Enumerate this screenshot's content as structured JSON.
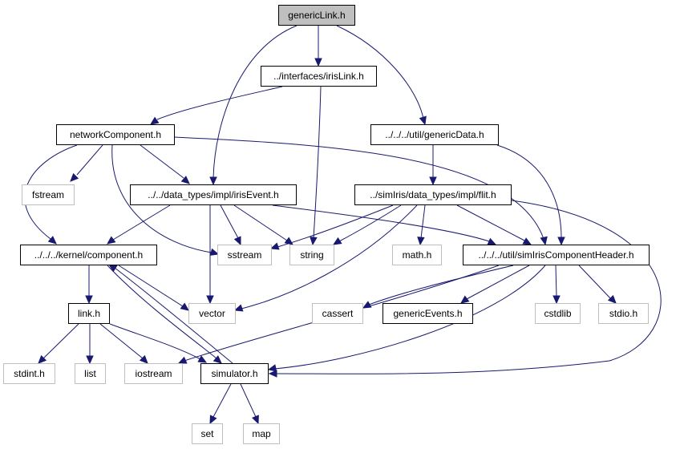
{
  "colors": {
    "edge": "#191970",
    "local_border": "#000000",
    "system_border": "#bfbfbf",
    "root_fill": "#bfbfbf"
  },
  "nodes": {
    "genericLink": "genericLink.h",
    "irisLink": "../interfaces/irisLink.h",
    "networkComponent": "networkComponent.h",
    "genericData": "../../../util/genericData.h",
    "fstream": "fstream",
    "irisEvent": "../../data_types/impl/irisEvent.h",
    "flit": "../simIris/data_types/impl/flit.h",
    "component": "../../../kernel/component.h",
    "sstream": "sstream",
    "string": "string",
    "math": "math.h",
    "simIrisComponentHeader": "../../../util/simIrisComponentHeader.h",
    "vector": "vector",
    "link": "link.h",
    "cassert": "cassert",
    "genericEvents": "genericEvents.h",
    "cstdlib": "cstdlib",
    "stdio": "stdio.h",
    "stdint": "stdint.h",
    "list": "list",
    "iostream": "iostream",
    "simulator": "simulator.h",
    "set": "set",
    "map": "map"
  }
}
